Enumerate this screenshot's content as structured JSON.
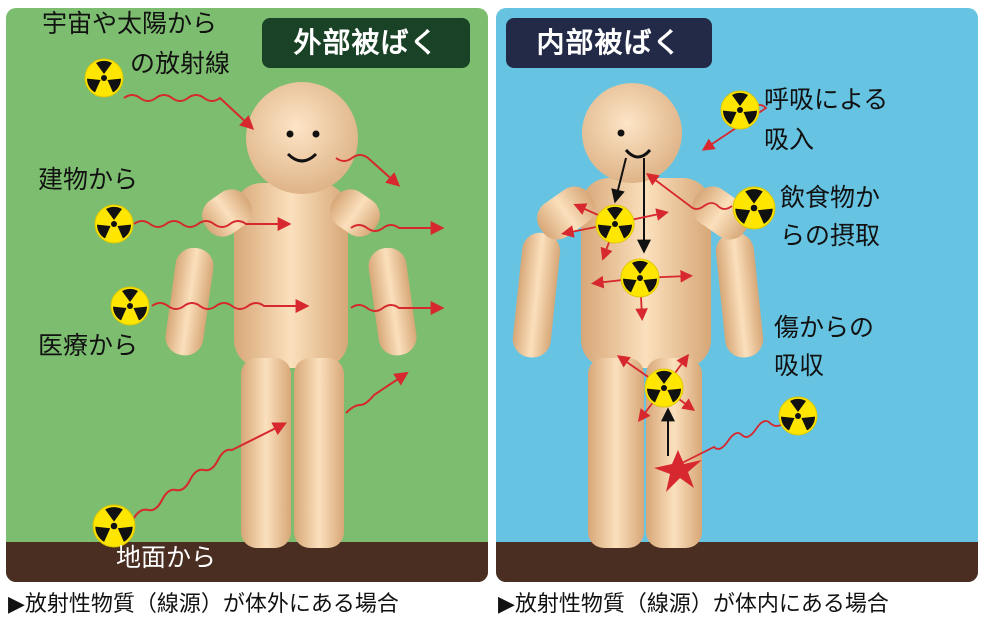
{
  "external": {
    "title": "外部被ばく",
    "labels": {
      "cosmic_line1": "宇宙や太陽から",
      "cosmic_line2": "の放射線",
      "building": "建物から",
      "medical": "医療から",
      "ground": "地面から"
    },
    "caption": "▶放射性物質（線源）が体外にある場合"
  },
  "internal": {
    "title": "内部被ばく",
    "labels": {
      "inhale_line1": "呼吸による",
      "inhale_line2": "吸入",
      "ingest_line1": "飲食物か",
      "ingest_line2": "らの摂取",
      "wound_line1": "傷からの",
      "wound_line2": "吸収"
    },
    "caption": "▶放射性物質（線源）が体内にある場合"
  },
  "colors": {
    "external_bg": "#7cbd6f",
    "internal_bg": "#66c3e1",
    "ground": "#4a2e22",
    "ray": "#d6282e",
    "trefoil_bg": "#ffe600"
  },
  "icons": [
    "radiation-trefoil-icon",
    "wound-star-icon"
  ]
}
